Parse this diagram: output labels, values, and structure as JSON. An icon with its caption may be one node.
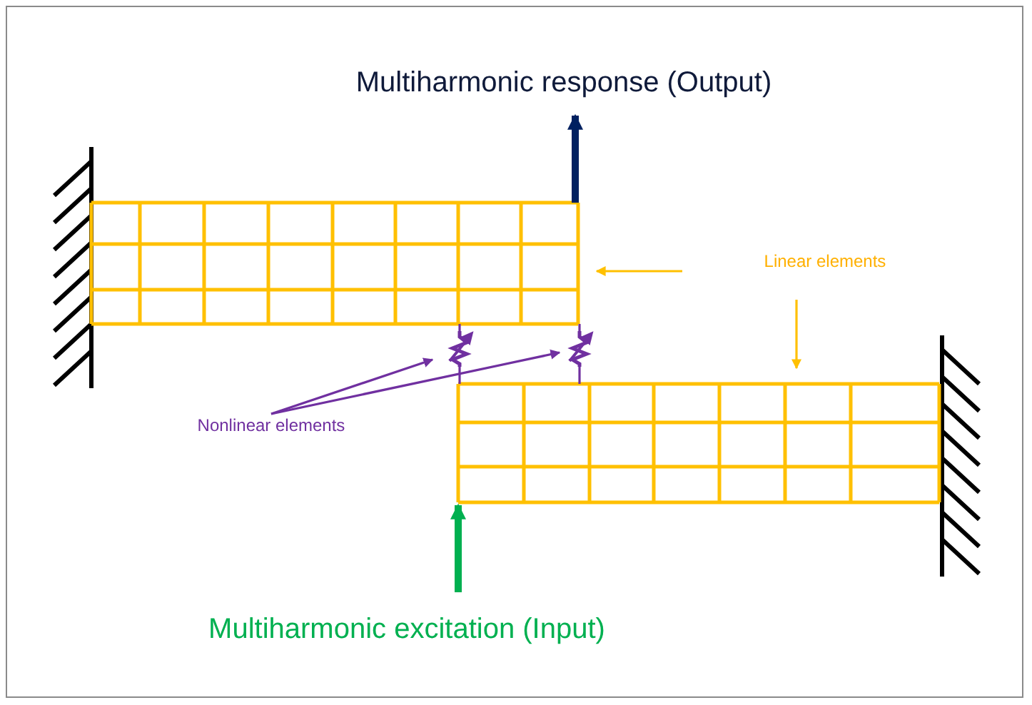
{
  "diagram": {
    "nodes": [
      {
        "text": [
          "Multiharmonic response (Output)"
        ]
      },
      {
        "text": [],
        "shape": "box"
      },
      {
        "text": [],
        "shape": "box"
      },
      {
        "text": [],
        "shape": "spring"
      },
      {
        "text": [],
        "shape": "spring"
      },
      {
        "text": [
          "Nonlinear elements"
        ]
      },
      {
        "text": [
          "Linear elements"
        ]
      },
      {
        "text": [
          "Multiharmonic excitation (Input)"
        ]
      }
    ],
    "edges": [
      {
        "from": 1,
        "to": 0,
        "arrow": "to",
        "style": "thick",
        "color": "#002060"
      },
      {
        "from": 7,
        "to": 2,
        "arrow": "to",
        "style": "thick",
        "color": "#00b050"
      },
      {
        "from": 5,
        "to": 3,
        "arrow": "to",
        "color": "#7030a0"
      },
      {
        "from": 5,
        "to": 4,
        "arrow": "to",
        "color": "#7030a0"
      },
      {
        "from": 6,
        "to": 1,
        "arrow": "to",
        "color": "#ffc000"
      },
      {
        "from": 6,
        "to": 2,
        "arrow": "to",
        "color": "#ffc000"
      },
      {
        "from": 1,
        "to": 3,
        "arrow": "none",
        "color": "#7030a0"
      },
      {
        "from": 3,
        "to": 2,
        "arrow": "none",
        "color": "#7030a0"
      },
      {
        "from": 1,
        "to": 4,
        "arrow": "none",
        "color": "#7030a0"
      },
      {
        "from": 4,
        "to": 2,
        "arrow": "none",
        "color": "#7030a0"
      }
    ]
  }
}
